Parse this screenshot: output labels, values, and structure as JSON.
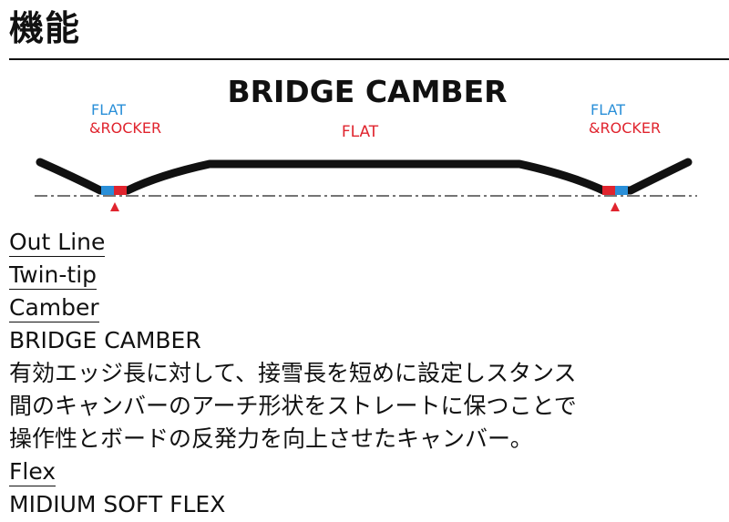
{
  "heading": "機能",
  "diagram": {
    "title": "BRIDGE CAMBER",
    "left_flat": "FLAT",
    "left_rocker": "&ROCKER",
    "center_flat": "FLAT",
    "right_flat": "FLAT",
    "right_rocker": "&ROCKER",
    "colors": {
      "flat_blue": "#2a8fd8",
      "rocker_red": "#e0242e",
      "board": "#111111"
    }
  },
  "specs": {
    "outline_label": "Out Line",
    "outline_value": "Twin-tip",
    "camber_label": "Camber",
    "camber_value": "BRIDGE CAMBER",
    "camber_desc_1": "有効エッジ長に対して、接雪長を短めに設定しスタンス",
    "camber_desc_2": "間のキャンバーのアーチ形状をストレートに保つことで",
    "camber_desc_3": "操作性とボードの反発力を向上させたキャンバー。",
    "flex_label": "Flex",
    "flex_value": "MIDIUM SOFT FLEX"
  }
}
